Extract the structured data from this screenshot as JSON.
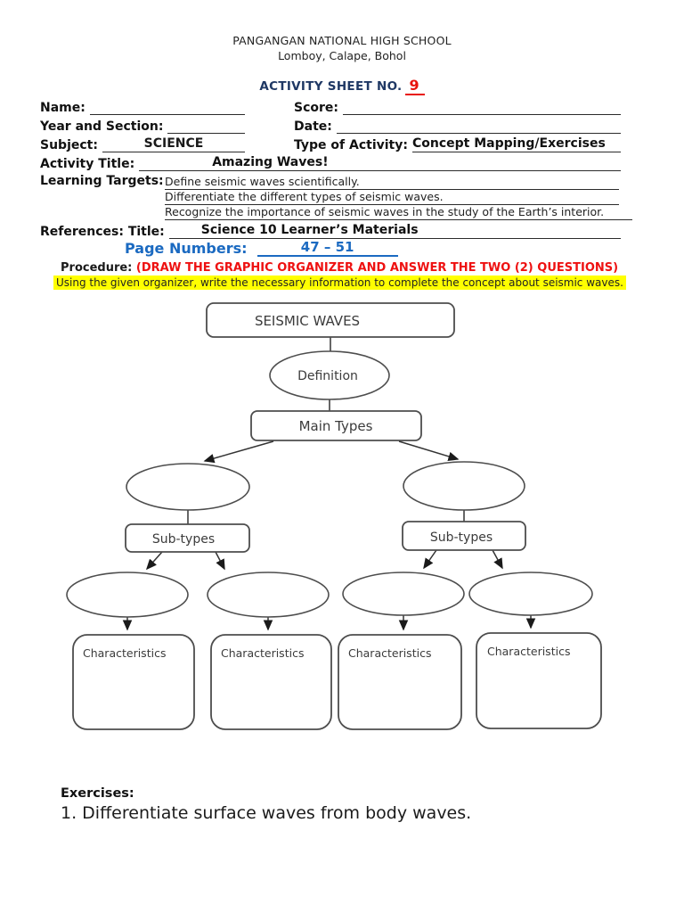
{
  "header": {
    "school": "PANGANGAN NATIONAL HIGH SCHOOL",
    "address": "Lomboy, Calape, Bohol",
    "sheet_label": "ACTIVITY SHEET NO.",
    "sheet_number": "9"
  },
  "form": {
    "name_label": "Name:",
    "score_label": "Score:",
    "year_section_label": "Year and Section:",
    "date_label": "Date:",
    "subject_label": "Subject:",
    "subject_value": "SCIENCE",
    "type_label": "Type of Activity:",
    "type_value": "Concept Mapping/Exercises",
    "activity_title_label": "Activity Title:",
    "activity_title_value": "Amazing Waves!",
    "learning_targets_label": "Learning Targets:",
    "learning_targets": [
      "Define seismic waves scientifically.",
      "Differentiate the different types of seismic waves.",
      "Recognize the importance of seismic waves in the study of the Earth’s interior."
    ],
    "references_label": "References: Title:",
    "references_value": "Science 10 Learner’s Materials",
    "page_numbers_label": "Page Numbers:",
    "page_numbers_value": "47 – 51",
    "procedure_label": "Procedure:",
    "procedure_value": "(DRAW THE GRAPHIC ORGANIZER AND ANSWER THE TWO (2) QUESTIONS)",
    "procedure_note": "Using the given organizer, write the necessary information to complete the concept about seismic waves."
  },
  "diagram": {
    "root": "SEISMIC WAVES",
    "definition": "Definition",
    "main_types": "Main Types",
    "subtype_left": "Sub-types",
    "subtype_right": "Sub-types",
    "characteristics": [
      "Characteristics",
      "Characteristics",
      "Characteristics",
      "Characteristics"
    ]
  },
  "exercises": {
    "heading": "Exercises:",
    "items": [
      "1. Differentiate surface waves from body waves."
    ]
  },
  "colors": {
    "title_navy": "#1f3864",
    "accent_red": "#ee1111",
    "accent_blue": "#1b6ac1",
    "highlight_yellow": "#ffff00"
  }
}
